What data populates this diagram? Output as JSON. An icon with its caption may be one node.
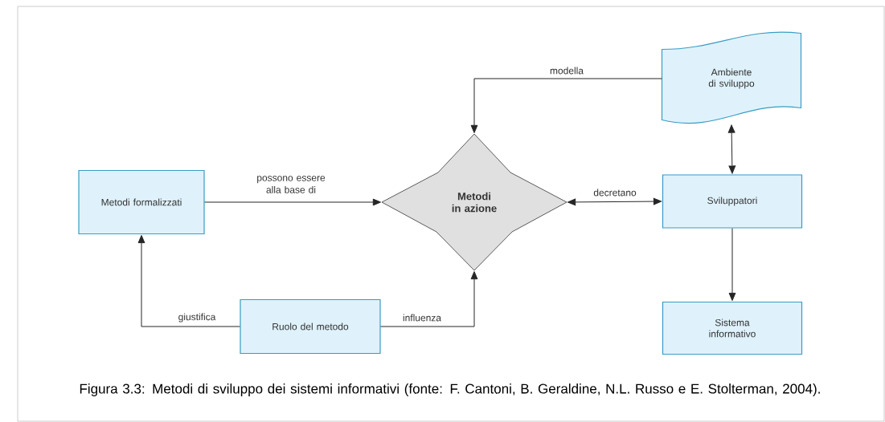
{
  "diagram": {
    "caption": "Figura 3.3: Metodi di sviluppo dei sistemi informativi (fonte: F. Cantoni, B. Geraldine, N.L. Russo e E. Stolterman, 2004).",
    "nodes": [
      {
        "text": [
          "Metodi formalizzati"
        ]
      },
      {
        "text": [
          "Metodi in azione"
        ]
      },
      {
        "text": [
          "Ambiente di sviluppo"
        ]
      },
      {
        "text": [
          "Sviluppatori"
        ]
      },
      {
        "text": [
          "Ruolo del metodo"
        ]
      },
      {
        "text": [
          "Sistema informativo"
        ]
      }
    ],
    "edges": [
      {
        "from": 0,
        "to": 1,
        "arrow": "to",
        "label": "possono essere alla base di"
      },
      {
        "from": 2,
        "to": 1,
        "arrow": "to",
        "label": "modella"
      },
      {
        "from": 1,
        "to": 3,
        "arrow": "both",
        "label": "decretano"
      },
      {
        "from": 2,
        "to": 3,
        "arrow": "both"
      },
      {
        "from": 3,
        "to": 5,
        "arrow": "to"
      },
      {
        "from": 4,
        "to": 0,
        "arrow": "to",
        "label": "giustifica"
      },
      {
        "from": 4,
        "to": 1,
        "arrow": "to",
        "label": "influenza"
      }
    ]
  }
}
